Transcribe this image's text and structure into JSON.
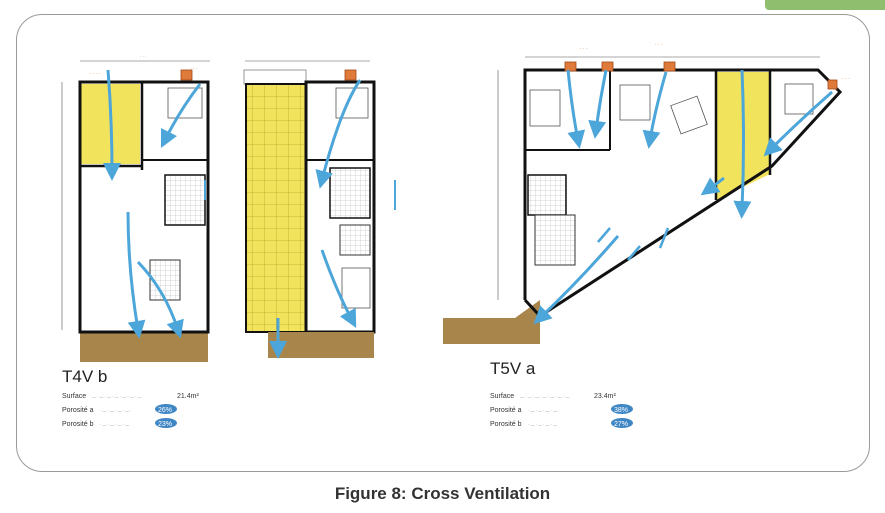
{
  "caption": "Figure 8: Cross Ventilation",
  "plans": [
    {
      "title": "T4V b",
      "surface_label": "Surface",
      "surface_value": "21.4m²",
      "porosite_a_label": "Porosité a",
      "porosite_a_value": "26%",
      "porosite_b_label": "Porosité b",
      "porosite_b_value": "23%"
    },
    {
      "title": "T5V a",
      "surface_label": "Surface",
      "surface_value": "23.4m²",
      "porosite_a_label": "Porosité a",
      "porosite_a_value": "38%",
      "porosite_b_label": "Porosité b",
      "porosite_b_value": "27%"
    }
  ],
  "colors": {
    "wall": "#111111",
    "patio_yellow": "#f2e35c",
    "grid_line": "#b8a830",
    "airflow_arrow": "#4da6d9",
    "ground": "#a8854a",
    "badge": "#3f86c4",
    "protection_label": "#d2691e",
    "panel_border": "#9a9a9a",
    "corner_tab": "#8fbf6e"
  }
}
